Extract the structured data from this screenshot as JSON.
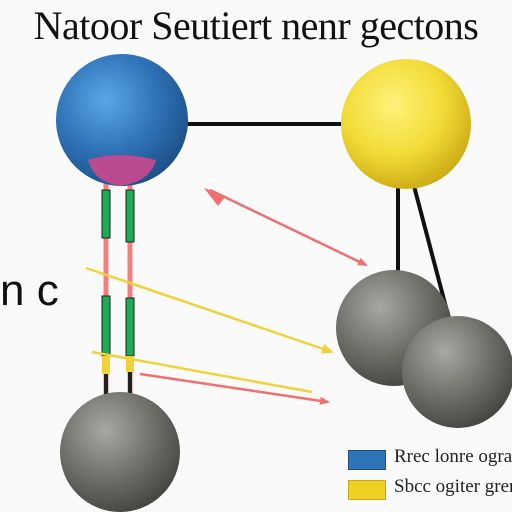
{
  "title": "Natoor Seutiert nenr gectons",
  "side_label": "n c",
  "legend": [
    {
      "label": "Rrec lonre ograg",
      "color": "#2f73b8"
    },
    {
      "label": "Sbcc ogiter grer",
      "color": "#f0d020"
    }
  ],
  "colors": {
    "atom_blue": "#2f73b8",
    "atom_yellow": "#f2dc38",
    "atom_grey": "#6e6e69",
    "bond": "#111111",
    "arrow_red": "#f07070",
    "arrow_yellow": "#f2d23a",
    "strand_green": "#1faa55",
    "cap_magenta": "#c24a8e"
  }
}
